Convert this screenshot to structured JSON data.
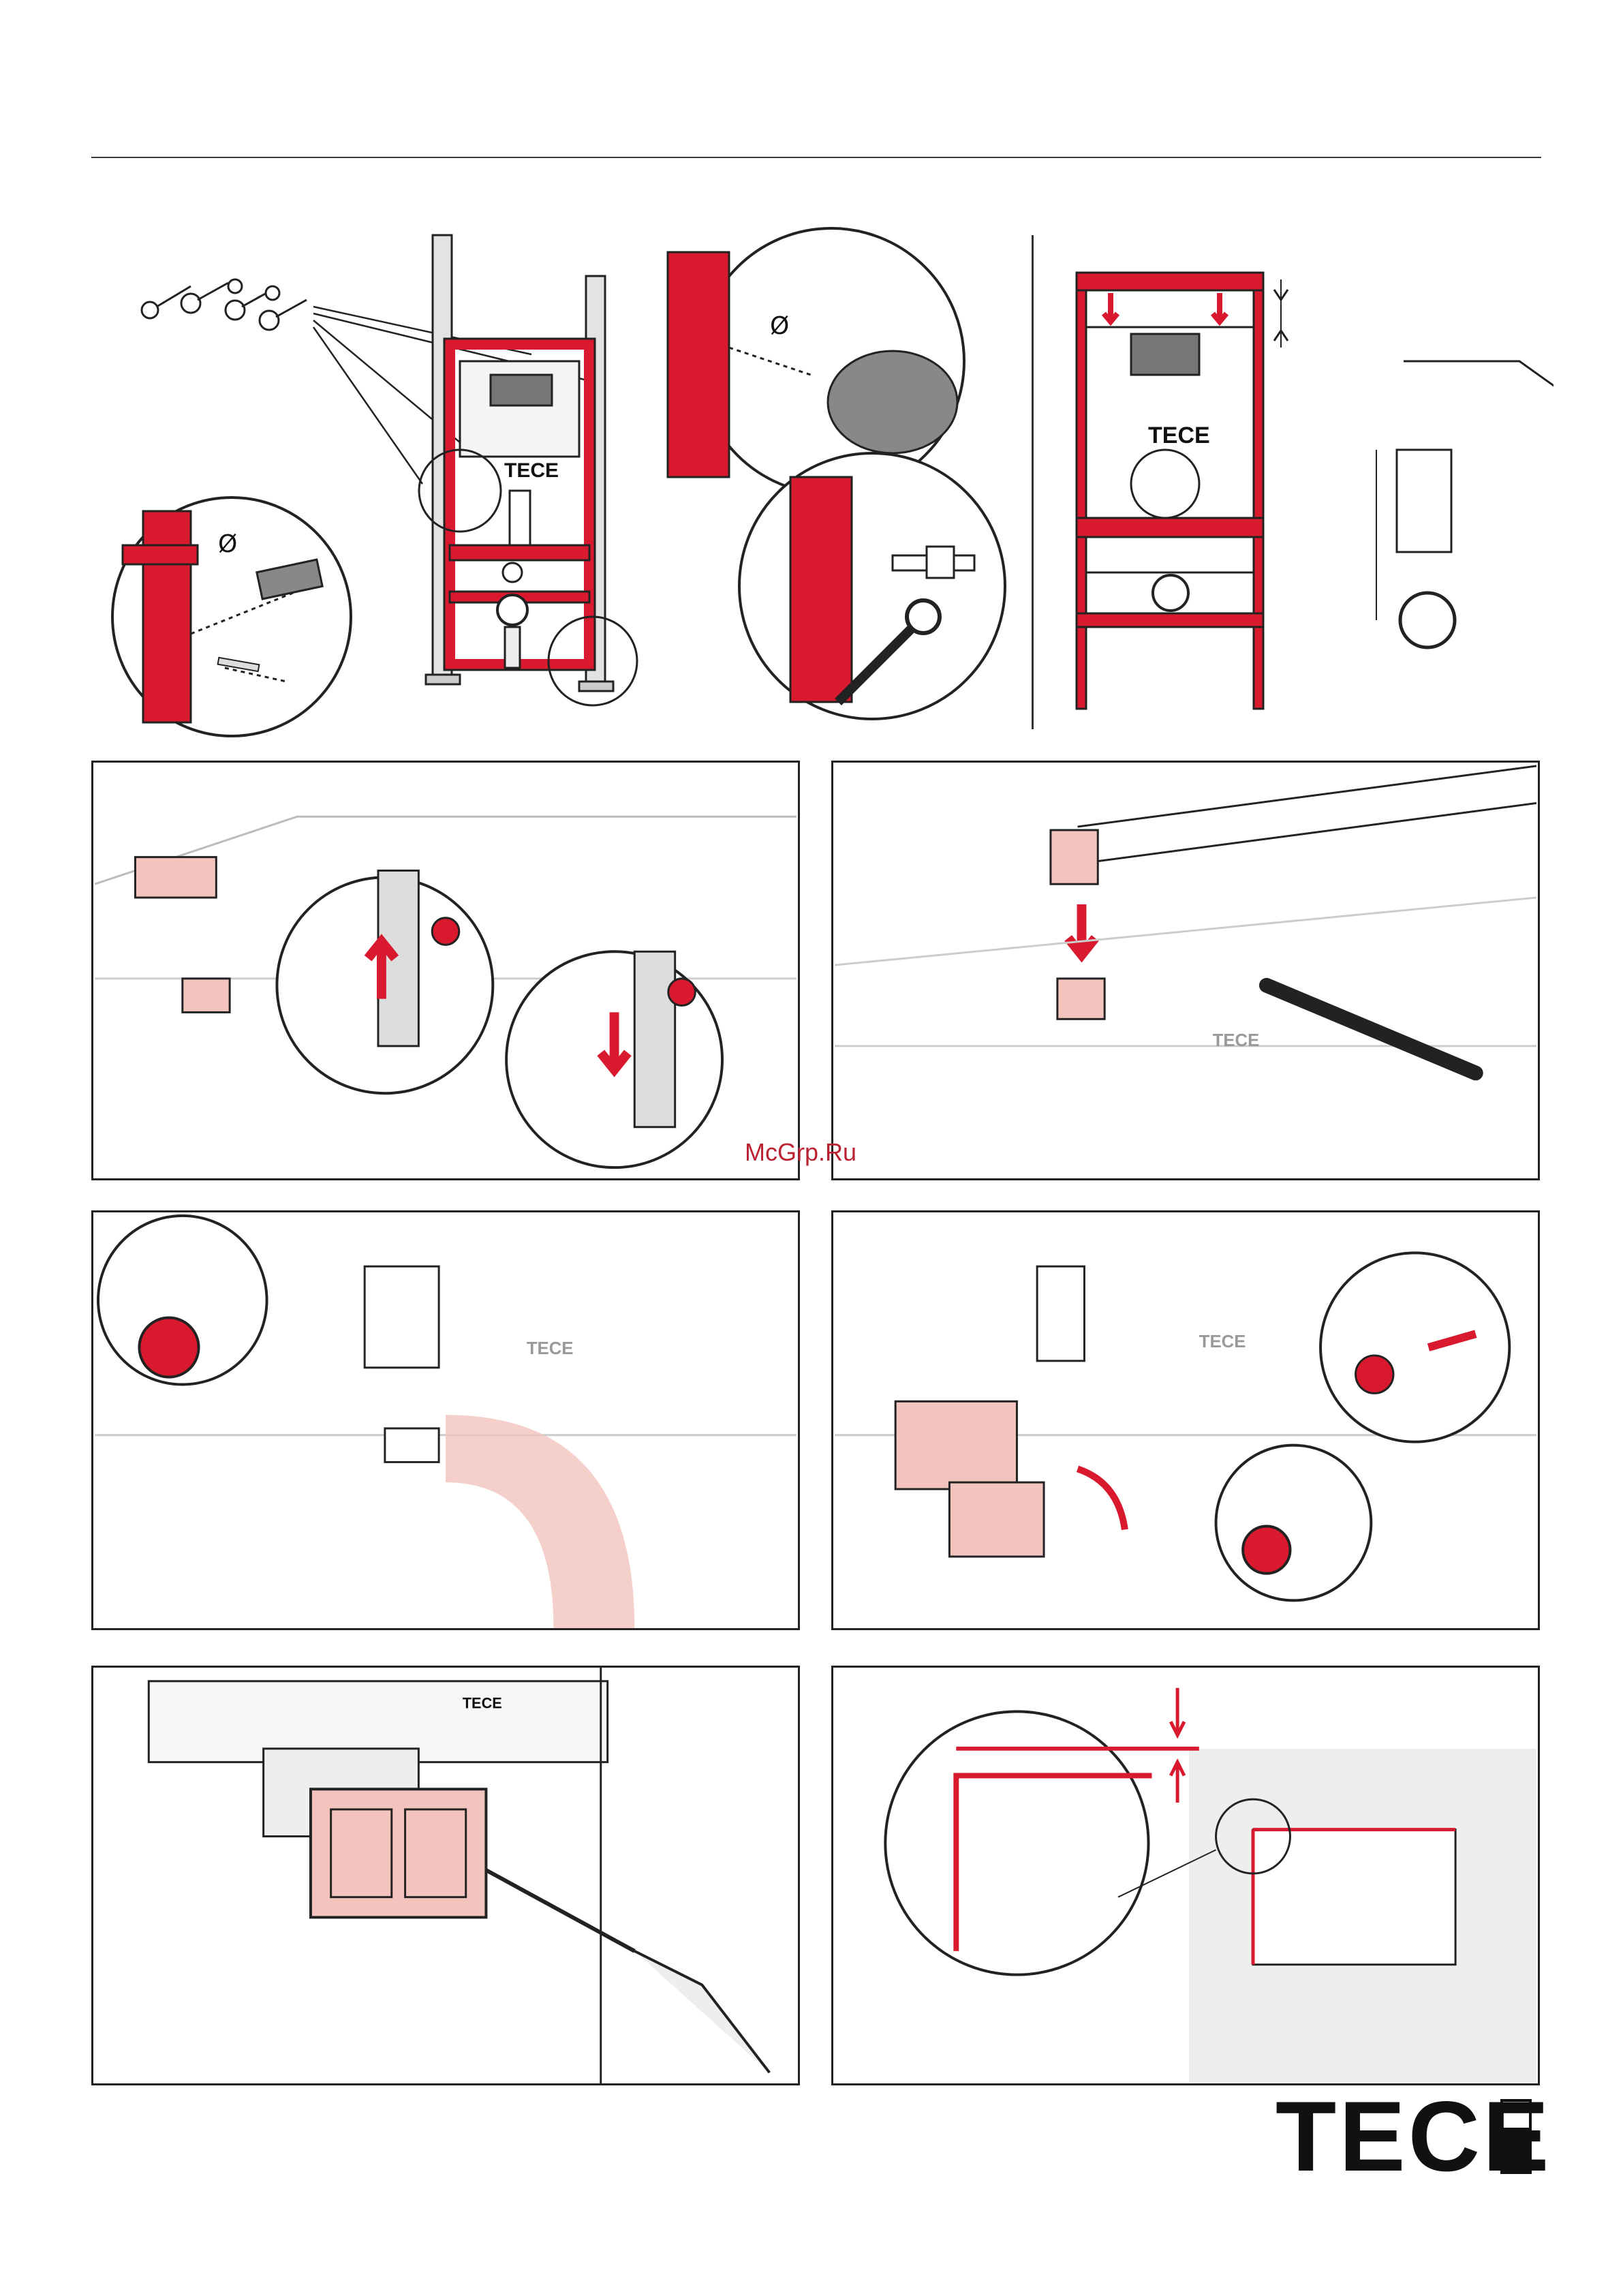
{
  "top": {
    "frame_label": "TECE",
    "diameter_symbol": "Ø"
  },
  "watermark": "McGrp.Ru",
  "panels": {
    "p3_label": "TECE",
    "p4_label": "TECE",
    "p5_label": "TECE",
    "p6_label": "TECE"
  },
  "logo": {
    "text": "TECE"
  },
  "colors": {
    "accent": "#d9192e",
    "pink": "#f2c4bd",
    "line": "#222222"
  }
}
